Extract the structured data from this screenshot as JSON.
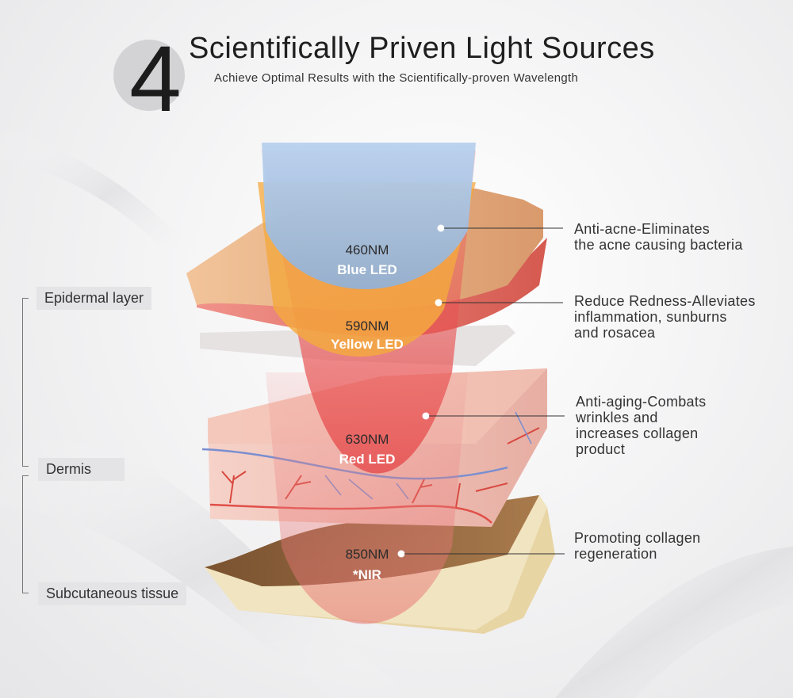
{
  "header": {
    "number": "4",
    "title": "Scientifically Priven Light Sources",
    "subtitle": "Achieve Optimal Results with the Scientifically-proven Wavelength"
  },
  "wavelengths": [
    {
      "nm": "460NM",
      "name": "Blue LED",
      "color": "#9fbfdf"
    },
    {
      "nm": "590NM",
      "name": "Yellow LED",
      "color": "#f3b96a"
    },
    {
      "nm": "630NM",
      "name": "Red LED",
      "color": "#ee6a6a"
    },
    {
      "nm": "850NM",
      "name": "*NIR",
      "color": "#e88c8c"
    }
  ],
  "benefits": [
    {
      "lines": [
        "Anti-acne-Eliminates",
        "the acne causing bacteria"
      ]
    },
    {
      "lines": [
        "Reduce Redness-Alleviates",
        "inflammation, sunburns",
        "and rosacea"
      ]
    },
    {
      "lines": [
        "Anti-aging-Combats",
        "wrinkles and",
        "increases collagen",
        "product"
      ]
    },
    {
      "lines": [
        "Promoting collagen",
        "regeneration"
      ]
    }
  ],
  "layers": {
    "epidermal": "Epidermal layer",
    "dermis": "Dermis",
    "subcutaneous": "Subcutaneous tissue"
  }
}
